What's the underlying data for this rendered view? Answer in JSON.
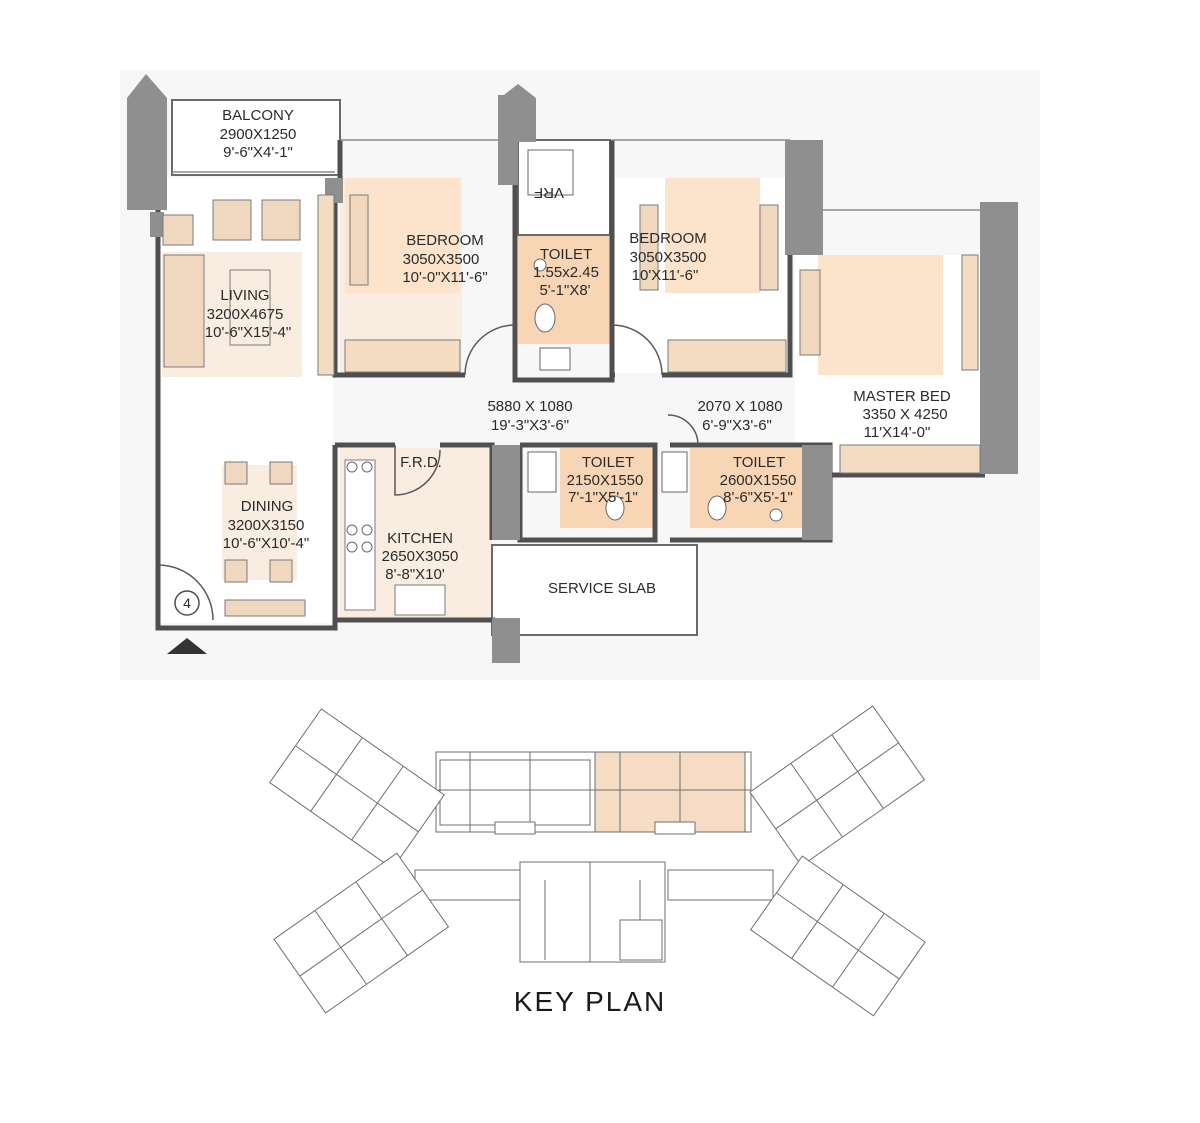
{
  "rooms": {
    "balcony": {
      "name": "BALCONY",
      "dim_mm": "2900X1250",
      "dim_ft": "9'-6\"X4'-1\""
    },
    "living": {
      "name": "LIVING",
      "dim_mm": "3200X4675",
      "dim_ft": "10'-6\"X15'-4\""
    },
    "bedroom1": {
      "name": "BEDROOM",
      "dim_mm": "3050X3500",
      "dim_ft": "10'-0\"X11'-6\""
    },
    "bedroom2": {
      "name": "BEDROOM",
      "dim_mm": "3050X3500",
      "dim_ft": "10'X11'-6\""
    },
    "toilet1": {
      "name": "TOILET",
      "dim_mm": "1.55x2.45",
      "dim_ft": "5'-1\"X8'"
    },
    "master": {
      "name": "MASTER BED",
      "dim_mm": "3350 X 4250",
      "dim_ft": "11'X14'-0\""
    },
    "dining": {
      "name": "DINING",
      "dim_mm": "3200X3150",
      "dim_ft": "10'-6\"X10'-4\""
    },
    "kitchen": {
      "name": "KITCHEN",
      "dim_mm": "2650X3050",
      "dim_ft": "8'-8\"X10'"
    },
    "toilet2": {
      "name": "TOILET",
      "dim_mm": "2150X1550",
      "dim_ft": "7'-1\"X5'-1\""
    },
    "toilet3": {
      "name": "TOILET",
      "dim_mm": "2600X1550",
      "dim_ft": "8'-6\"X5'-1\""
    }
  },
  "passages": {
    "passage1": {
      "dim_mm": "5880 X 1080",
      "dim_ft": "19'-3\"X3'-6\""
    },
    "passage2": {
      "dim_mm": "2070 X 1080",
      "dim_ft": "6'-9\"X3'-6\""
    }
  },
  "labels": {
    "frd": "F.R.D.",
    "vrf": "VRF",
    "service_slab": "SERVICE SLAB",
    "unit_number": "4",
    "key_plan_title": "KEY PLAN"
  },
  "colors": {
    "room_fill": "#f9ede1",
    "toilet_fill": "#f8d6b5",
    "wall": "#4f4f4f",
    "column": "#8f8f8f",
    "furniture": "#f3dcc2",
    "highlight_unit": "#f6dcc4"
  }
}
